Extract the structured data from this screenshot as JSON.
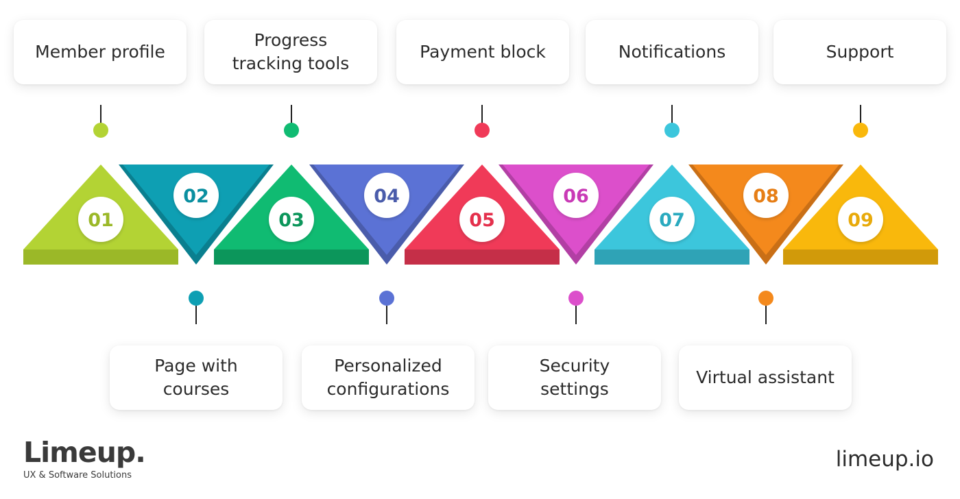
{
  "steps": [
    {
      "num": "01",
      "label": "Member profile",
      "color": "#b3d334",
      "dark": "#9bb828",
      "text_color": "#9bb828"
    },
    {
      "num": "02",
      "label": "Page with\ncourses",
      "color": "#0e9fb3",
      "dark": "#0a7f8f",
      "text_color": "#0a8fa0"
    },
    {
      "num": "03",
      "label": "Progress\ntracking tools",
      "color": "#10bb72",
      "dark": "#0c965b",
      "text_color": "#0c965b"
    },
    {
      "num": "04",
      "label": "Personalized\nconfigurations",
      "color": "#5b72d5",
      "dark": "#4a5cab",
      "text_color": "#4a5cab"
    },
    {
      "num": "05",
      "label": "Payment block",
      "color": "#f03a58",
      "dark": "#c52f48",
      "text_color": "#e4304c"
    },
    {
      "num": "06",
      "label": "Security\nsettings",
      "color": "#dc4fcb",
      "dark": "#b23fa4",
      "text_color": "#c93ab6"
    },
    {
      "num": "07",
      "label": "Notifications",
      "color": "#3cc6dc",
      "dark": "#2fa3b6",
      "text_color": "#2aaabf"
    },
    {
      "num": "08",
      "label": "Virtual assistant",
      "color": "#f4891c",
      "dark": "#c96f16",
      "text_color": "#e67e16"
    },
    {
      "num": "09",
      "label": "Support",
      "color": "#f9b80c",
      "dark": "#d19a0a",
      "text_color": "#e8aa0b"
    }
  ],
  "brand": {
    "name": "Limeup",
    "dot": ".",
    "tagline": "UX & Software Solutions"
  },
  "site": "limeup.io"
}
